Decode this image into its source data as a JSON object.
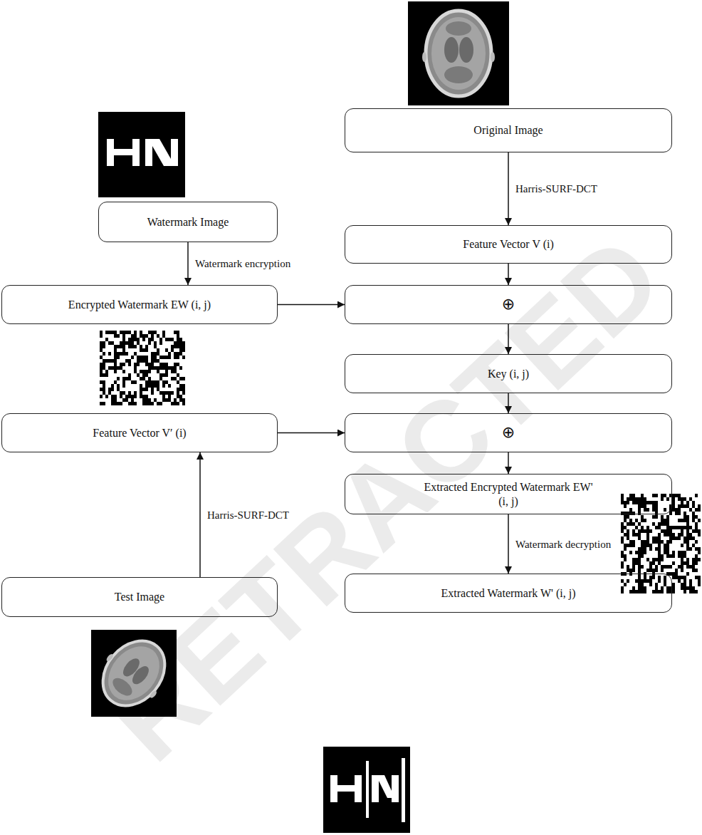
{
  "diagram": {
    "nodes": [
      {
        "text": [
          "Watermark Image"
        ]
      },
      {
        "text": [
          "Original Image"
        ]
      },
      {
        "text": [
          "Feature Vector V (i)"
        ]
      },
      {
        "text": [
          "Encrypted Watermark EW (i, j)"
        ]
      },
      {
        "text": [
          "⊕"
        ]
      },
      {
        "text": [
          "Key (i, j)"
        ]
      },
      {
        "text": [
          "Feature Vector V′ (i)"
        ]
      },
      {
        "text": [
          "⊕"
        ]
      },
      {
        "text": [
          "Extracted Encrypted Watermark EW' (i, j)"
        ]
      },
      {
        "text": [
          "Test Image"
        ]
      },
      {
        "text": [
          "Extracted Watermark W' (i, j)"
        ]
      }
    ],
    "edges": [
      {
        "from": 0,
        "to": 3,
        "arrow": "to",
        "label": "Watermark encryption"
      },
      {
        "from": 1,
        "to": 2,
        "arrow": "to",
        "label": "Harris-SURF-DCT"
      },
      {
        "from": 2,
        "to": 4,
        "arrow": "to"
      },
      {
        "from": 3,
        "to": 4,
        "arrow": "to"
      },
      {
        "from": 4,
        "to": 5,
        "arrow": "to"
      },
      {
        "from": 5,
        "to": 7,
        "arrow": "to"
      },
      {
        "from": 6,
        "to": 7,
        "arrow": "to"
      },
      {
        "from": 9,
        "to": 6,
        "arrow": "to",
        "label": "Harris-SURF-DCT"
      },
      {
        "from": 7,
        "to": 8,
        "arrow": "to"
      },
      {
        "from": 8,
        "to": 10,
        "arrow": "to",
        "label": "Watermark decryption"
      }
    ],
    "labels": [
      "RETRACTED"
    ]
  }
}
